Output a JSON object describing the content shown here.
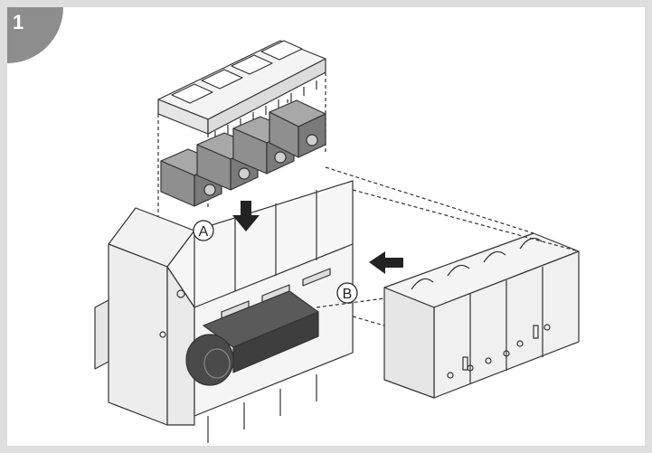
{
  "step": {
    "number": "1"
  },
  "callouts": {
    "a": "A",
    "b": "B"
  },
  "colors": {
    "frame": "#dedede",
    "badge": "#8d8d8d",
    "terminal_block": "#8f8f8f",
    "handle": "#4a4a4a",
    "line": "#333333"
  },
  "icons": [
    "down-arrow-icon",
    "left-arrow-icon"
  ]
}
